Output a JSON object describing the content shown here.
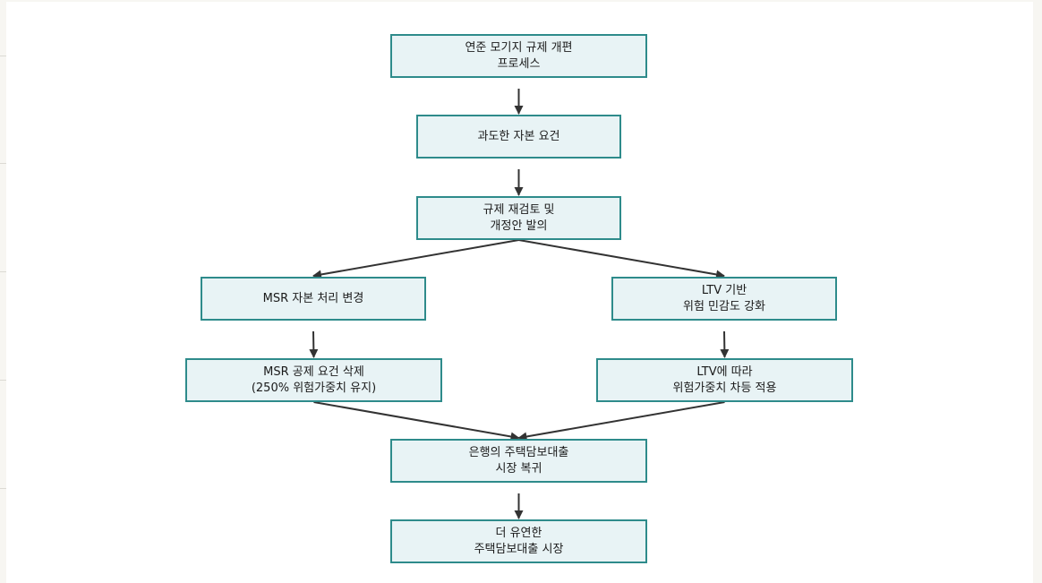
{
  "diagram": {
    "nodes": [
      {
        "id": "n1",
        "lines": [
          "연준 모기지 규제 개편",
          "프로세스"
        ]
      },
      {
        "id": "n2",
        "lines": [
          "과도한 자본 요건"
        ]
      },
      {
        "id": "n3",
        "lines": [
          "규제 재검토 및",
          "개정안 발의"
        ]
      },
      {
        "id": "n4",
        "lines": [
          "MSR 자본 처리 변경"
        ]
      },
      {
        "id": "n5",
        "lines": [
          "LTV 기반",
          "위험 민감도 강화"
        ]
      },
      {
        "id": "n6",
        "lines": [
          "MSR 공제 요건 삭제",
          "(250% 위험가중치 유지)"
        ]
      },
      {
        "id": "n7",
        "lines": [
          "LTV에 따라",
          "위험가중치 차등 적용"
        ]
      },
      {
        "id": "n8",
        "lines": [
          "은행의 주택담보대출",
          "시장 복귀"
        ]
      },
      {
        "id": "n9",
        "lines": [
          "더 유연한",
          "주택담보대출 시장"
        ]
      }
    ],
    "edges": [
      {
        "from": "n1",
        "to": "n2"
      },
      {
        "from": "n2",
        "to": "n3"
      },
      {
        "from": "n3",
        "to": "n4"
      },
      {
        "from": "n3",
        "to": "n5"
      },
      {
        "from": "n4",
        "to": "n6"
      },
      {
        "from": "n5",
        "to": "n7"
      },
      {
        "from": "n6",
        "to": "n8"
      },
      {
        "from": "n7",
        "to": "n8"
      },
      {
        "from": "n8",
        "to": "n9"
      }
    ],
    "colors": {
      "node_fill": "#e8f3f5",
      "node_border": "#2e8b8b",
      "edge": "#333333"
    }
  }
}
